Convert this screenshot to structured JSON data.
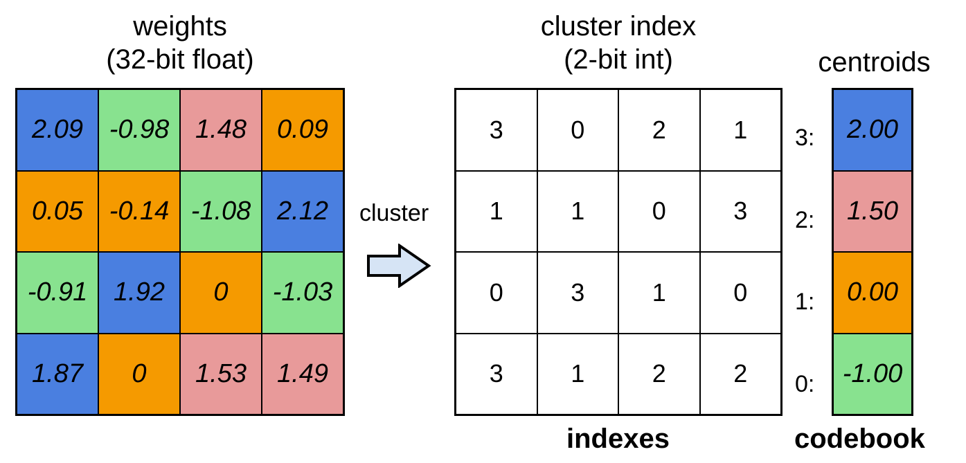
{
  "weights": {
    "title_line1": "weights",
    "title_line2": "(32-bit float)",
    "cells": [
      {
        "value": "2.09",
        "color": "#4a7fe0"
      },
      {
        "value": "-0.98",
        "color": "#88e28f"
      },
      {
        "value": "1.48",
        "color": "#e89a9a"
      },
      {
        "value": "0.09",
        "color": "#f59a00"
      },
      {
        "value": "0.05",
        "color": "#f59a00"
      },
      {
        "value": "-0.14",
        "color": "#f59a00"
      },
      {
        "value": "-1.08",
        "color": "#88e28f"
      },
      {
        "value": "2.12",
        "color": "#4a7fe0"
      },
      {
        "value": "-0.91",
        "color": "#88e28f"
      },
      {
        "value": "1.92",
        "color": "#4a7fe0"
      },
      {
        "value": "0",
        "color": "#f59a00"
      },
      {
        "value": "-1.03",
        "color": "#88e28f"
      },
      {
        "value": "1.87",
        "color": "#4a7fe0"
      },
      {
        "value": "0",
        "color": "#f59a00"
      },
      {
        "value": "1.53",
        "color": "#e89a9a"
      },
      {
        "value": "1.49",
        "color": "#e89a9a"
      }
    ]
  },
  "arrow": {
    "label": "cluster",
    "color": "#d6e4f5"
  },
  "cluster_index": {
    "title_line1": "cluster index",
    "title_line2": "(2-bit int)",
    "cells": [
      "3",
      "0",
      "2",
      "1",
      "1",
      "1",
      "0",
      "3",
      "0",
      "3",
      "1",
      "0",
      "3",
      "1",
      "2",
      "2"
    ],
    "caption": "indexes"
  },
  "codebook": {
    "title": "centroids",
    "caption": "codebook",
    "rows": [
      {
        "label": "3:",
        "value": "2.00",
        "color": "#4a7fe0"
      },
      {
        "label": "2:",
        "value": "1.50",
        "color": "#e89a9a"
      },
      {
        "label": "1:",
        "value": "0.00",
        "color": "#f59a00"
      },
      {
        "label": "0:",
        "value": "-1.00",
        "color": "#88e28f"
      }
    ]
  }
}
